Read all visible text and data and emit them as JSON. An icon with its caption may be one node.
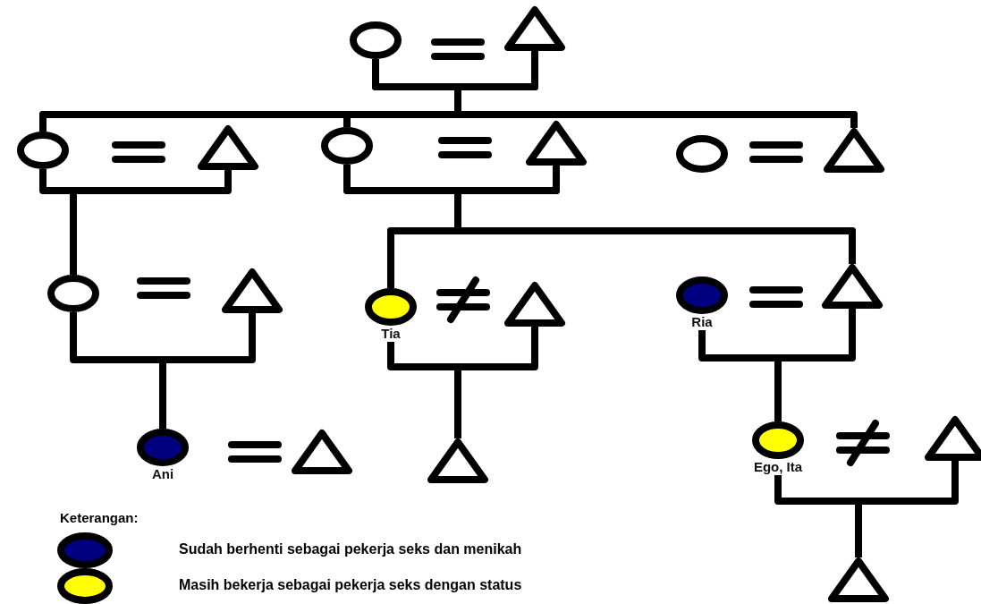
{
  "diagram": {
    "nodes": [
      {
        "text": [],
        "shape": "circle"
      },
      {
        "text": [],
        "shape": "triangle"
      },
      {
        "text": [],
        "shape": "circle"
      },
      {
        "text": [],
        "shape": "triangle"
      },
      {
        "text": [],
        "shape": "circle"
      },
      {
        "text": [],
        "shape": "triangle"
      },
      {
        "text": [],
        "shape": "circle"
      },
      {
        "text": [],
        "shape": "triangle"
      },
      {
        "text": [],
        "shape": "circle"
      },
      {
        "text": [],
        "shape": "triangle"
      },
      {
        "text": [
          "Tia"
        ]
      },
      {
        "text": [],
        "shape": "triangle"
      },
      {
        "text": [
          "Ria"
        ]
      },
      {
        "text": [],
        "shape": "triangle"
      },
      {
        "text": [
          "Ani"
        ]
      },
      {
        "text": [],
        "shape": "triangle"
      },
      {
        "text": [],
        "shape": "triangle"
      },
      {
        "text": [
          "Ego, Ita"
        ]
      },
      {
        "text": [],
        "shape": "triangle"
      },
      {
        "text": [],
        "shape": "triangle"
      }
    ],
    "edges": [
      {
        "from": 0,
        "to": 2,
        "arrow": "none"
      },
      {
        "from": 0,
        "to": 4,
        "arrow": "none"
      },
      {
        "from": 0,
        "to": 7,
        "arrow": "none"
      },
      {
        "from": 1,
        "to": 2,
        "arrow": "none"
      },
      {
        "from": 1,
        "to": 4,
        "arrow": "none"
      },
      {
        "from": 1,
        "to": 7,
        "arrow": "none"
      },
      {
        "from": 2,
        "to": 8,
        "arrow": "none"
      },
      {
        "from": 3,
        "to": 8,
        "arrow": "none"
      },
      {
        "from": 4,
        "to": 10,
        "arrow": "none"
      },
      {
        "from": 4,
        "to": 13,
        "arrow": "none"
      },
      {
        "from": 5,
        "to": 10,
        "arrow": "none"
      },
      {
        "from": 5,
        "to": 13,
        "arrow": "none"
      },
      {
        "from": 8,
        "to": 14,
        "arrow": "none"
      },
      {
        "from": 9,
        "to": 14,
        "arrow": "none"
      },
      {
        "from": 10,
        "to": 16,
        "arrow": "none"
      },
      {
        "from": 11,
        "to": 16,
        "arrow": "none"
      },
      {
        "from": 12,
        "to": 17,
        "arrow": "none"
      },
      {
        "from": 13,
        "to": 17,
        "arrow": "none"
      },
      {
        "from": 17,
        "to": 19,
        "arrow": "none"
      },
      {
        "from": 18,
        "to": 19,
        "arrow": "none"
      }
    ],
    "labels": [
      "Keterangan:"
    ],
    "legend": [
      {
        "text": "Sudah berhenti sebagai pekerja seks dan menikah",
        "color": "#000080"
      },
      {
        "text": "Masih bekerja sebagai pekerja seks dengan status",
        "color": "#ffff00"
      }
    ]
  }
}
